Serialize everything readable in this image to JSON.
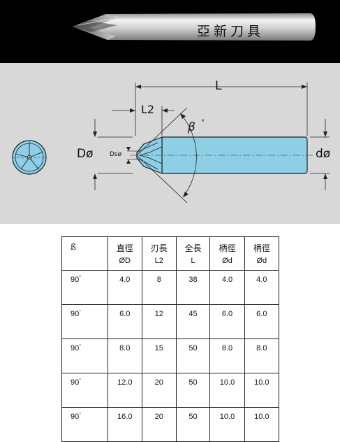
{
  "brand": "亞新刀具",
  "drawing": {
    "label_L": "L",
    "label_L2": "L2",
    "label_beta": "β",
    "label_deg": "°",
    "label_D": "Dø",
    "label_Ds": "Dsø",
    "label_d": "dø"
  },
  "table": {
    "headers": [
      {
        "top": "ß",
        "bottom": ""
      },
      {
        "top": "直徑",
        "bottom": "ØD"
      },
      {
        "top": "刃長",
        "bottom": "L2"
      },
      {
        "top": "全長",
        "bottom": "L"
      },
      {
        "top": "柄徑",
        "bottom": "Ød"
      },
      {
        "top": "柄徑",
        "bottom": "Ød"
      }
    ],
    "rows": [
      [
        "90",
        "4.0",
        "8",
        "38",
        "4.0",
        "4.0"
      ],
      [
        "90",
        "6.0",
        "12",
        "45",
        "6.0",
        "6.0"
      ],
      [
        "90",
        "8.0",
        "15",
        "50",
        "8.0",
        "8.0"
      ],
      [
        "90",
        "12.0",
        "20",
        "50",
        "10.0",
        "10.0"
      ],
      [
        "90",
        "16.0",
        "20",
        "50",
        "10.0",
        "10.0"
      ]
    ],
    "degree_mark": "°"
  }
}
